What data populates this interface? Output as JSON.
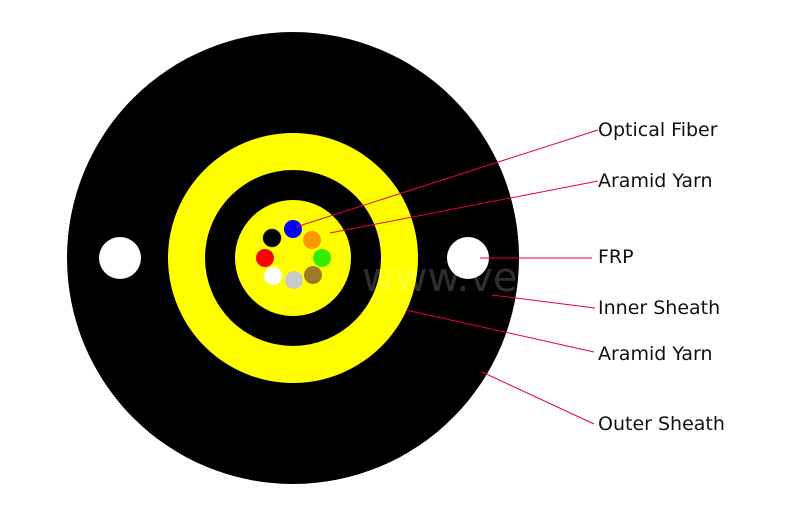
{
  "diagram": {
    "labels": {
      "optical_fiber": "Optical Fiber",
      "aramid_yarn_inner": "Aramid Yarn",
      "frp": "FRP",
      "inner_sheath": "Inner Sheath",
      "aramid_yarn_outer": "Aramid Yarn",
      "outer_sheath": "Outer Sheath"
    },
    "watermark": "www.veivat.com",
    "colors": {
      "outer_sheath": "#000000",
      "aramid_yarn": "#ffff00",
      "inner_sheath": "#000000",
      "core": "#ffff00",
      "frp": "#ffffff",
      "leader_line": "#e8003c"
    },
    "fibers": [
      {
        "color": "#0000ff"
      },
      {
        "color": "#ff9900"
      },
      {
        "color": "#33ee00"
      },
      {
        "color": "#9c7a28"
      },
      {
        "color": "#c8c8c8"
      },
      {
        "color": "#ffffff"
      },
      {
        "color": "#ff0000"
      },
      {
        "color": "#000000"
      }
    ]
  }
}
